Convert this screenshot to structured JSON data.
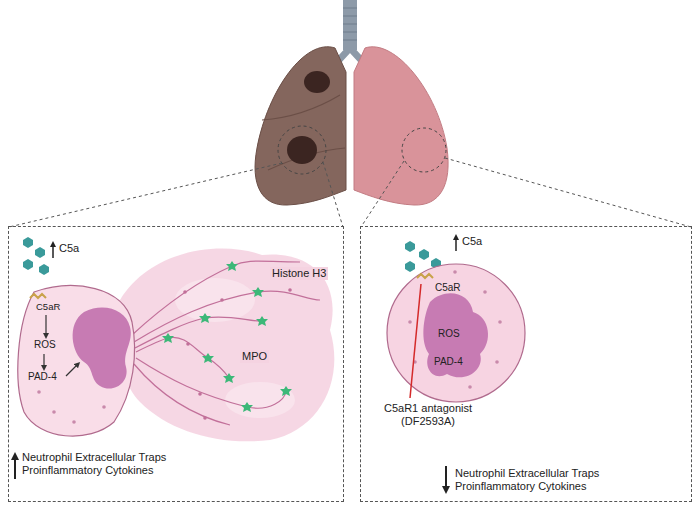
{
  "diagram": {
    "nodes": [
      {
        "text": [
          "Neutrophil Extracellular Traps Proinflammatory Cytokines"
        ]
      },
      {
        "text": [
          "C5aR",
          "ROS",
          "PAD-4"
        ],
        "in": 0
      },
      {
        "text": [
          "Neutrophil Extracellular Traps Proinflammatory Cytokines"
        ]
      },
      {
        "text": [
          "C5aR",
          "ROS",
          "PAD-4"
        ],
        "in": 2
      }
    ],
    "labels": [
      "C5a",
      "Histone H3",
      "MPO",
      "C5a",
      "C5aR1 antagonist (DF2593A)"
    ]
  }
}
